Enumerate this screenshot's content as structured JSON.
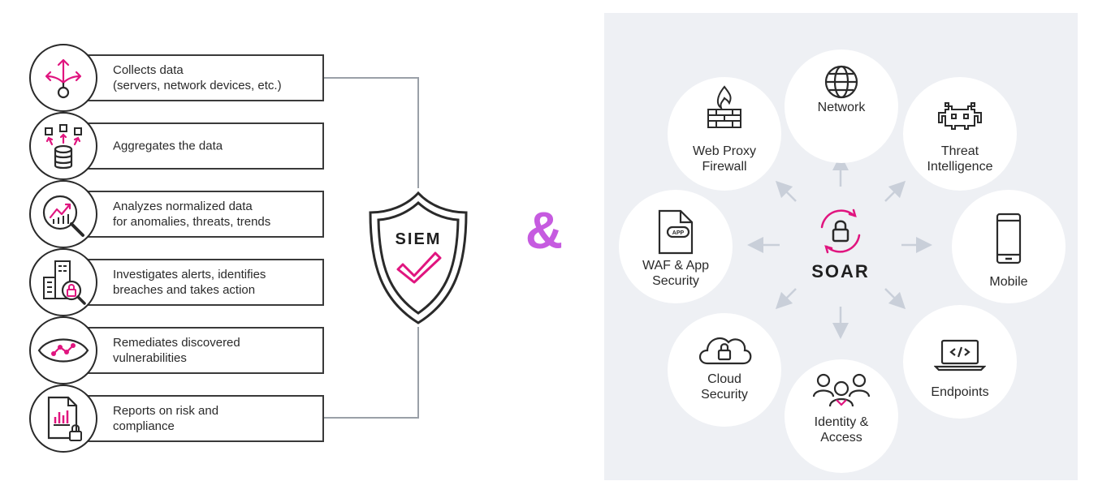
{
  "siem": {
    "shield_label": "SIEM",
    "steps": [
      {
        "icon": "share-arrows-icon",
        "text": "Collects data\n(servers, network devices, etc.)"
      },
      {
        "icon": "database-aggregate-icon",
        "text": "Aggregates the data"
      },
      {
        "icon": "analytics-magnifier-icon",
        "text": "Analyzes normalized data\nfor anomalies, threats, trends"
      },
      {
        "icon": "building-lock-magnifier-icon",
        "text": "Investigates alerts, identifies\nbreaches and takes action"
      },
      {
        "icon": "eye-icon",
        "text": "Remediates discovered\nvulnerabilities"
      },
      {
        "icon": "report-lock-icon",
        "text": "Reports on risk and\ncompliance"
      }
    ]
  },
  "connector": "&",
  "soar": {
    "center_label": "SOAR",
    "nodes": [
      {
        "id": "network",
        "icon": "globe-icon",
        "label": "Network"
      },
      {
        "id": "threat",
        "icon": "invader-icon",
        "label": "Threat\nIntelligence"
      },
      {
        "id": "mobile",
        "icon": "phone-icon",
        "label": "Mobile"
      },
      {
        "id": "endpoints",
        "icon": "code-laptop-icon",
        "label": "Endpoints"
      },
      {
        "id": "identity",
        "icon": "users-icon",
        "label": "Identity &\nAccess"
      },
      {
        "id": "cloud",
        "icon": "cloud-lock-icon",
        "label": "Cloud\nSecurity"
      },
      {
        "id": "waf",
        "icon": "app-file-icon",
        "label": "WAF & App\nSecurity"
      },
      {
        "id": "firewall",
        "icon": "firewall-icon",
        "label": "Web Proxy\nFirewall"
      }
    ]
  },
  "colors": {
    "accent": "#e0157f",
    "amp": "#c65be0",
    "panel": "#eef0f4",
    "stroke": "#2a2a2a",
    "arrow": "#c9cfd9"
  }
}
